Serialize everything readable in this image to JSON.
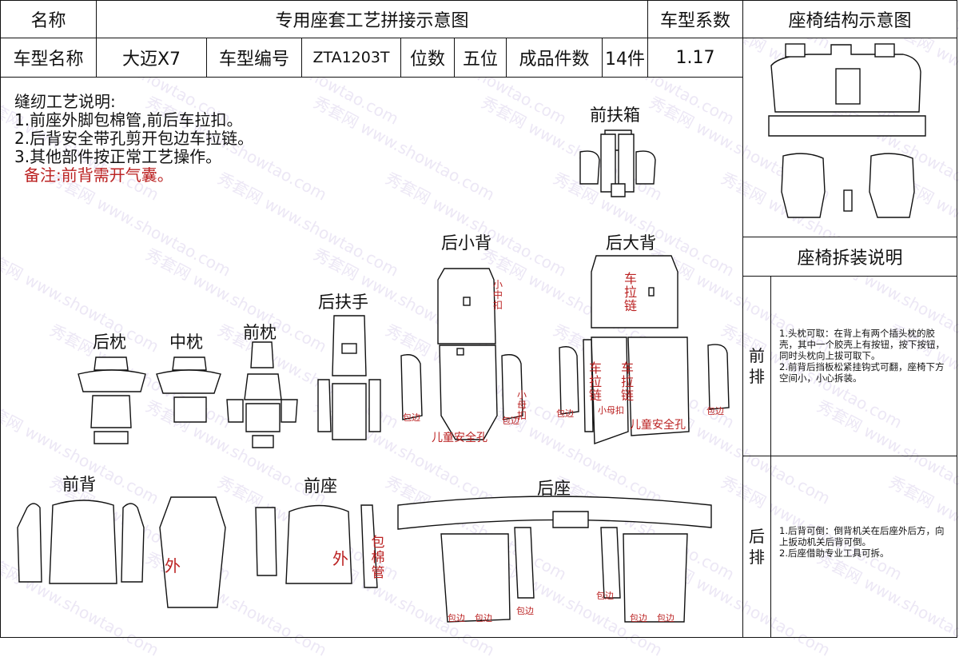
{
  "header": {
    "name_label": "名称",
    "title": "专用座套工艺拼接示意图",
    "coeff_label": "车型系数",
    "structure_title": "座椅结构示意图"
  },
  "info_row": {
    "model_name_label": "车型名称",
    "model_name": "大迈X7",
    "model_no_label": "车型编号",
    "model_no": "ZTA1203T",
    "seats_label": "位数",
    "seats": "五位",
    "pieces_label": "成品件数",
    "pieces": "14件",
    "coeff": "1.17"
  },
  "notes": {
    "heading": "缝纫工艺说明:",
    "items": [
      "1.前座外脚包棉管,前后车拉扣。",
      "2.后背安全带孔剪开包边车拉链。",
      "3.其他部件按正常工艺操作。"
    ],
    "remark": "备注:前背需开气囊。"
  },
  "parts": {
    "front_armrest_box": "前扶箱",
    "rear_small_back": "后小背",
    "rear_big_back": "后大背",
    "rear_armrest": "后扶手",
    "rear_pillow": "后枕",
    "mid_pillow": "中枕",
    "front_pillow": "前枕",
    "front_back": "前背",
    "front_seat": "前座",
    "rear_seat": "后座"
  },
  "annotations": {
    "small_buckle": "小中扣",
    "small_buckle2": "小母扣",
    "zipper": "车拉链",
    "zipper_left": "车拉链",
    "zipper_right": "车拉链",
    "binding": "包边",
    "child_hole": "儿童安全孔",
    "female_buckle": "小母扣",
    "outer": "外",
    "cotton_tube": "包棉管"
  },
  "sidebar": {
    "disassembly_title": "座椅拆装说明",
    "front_row_label": "前排",
    "front_row_text": "1.头枕可取：在背上有两个插头枕的胶壳，其中一个胶壳上有按钮，按下按钮，同时头枕向上拔可取下。\n2.前背后挡板松紧挂钩式可翻，座椅下方空间小，小心拆装。",
    "rear_row_label": "后排",
    "rear_row_text": "1.后背可倒：倒背机关在后座外后方，向上扳动机关后背可倒。\n2.后座借助专业工具可拆。"
  },
  "watermark": {
    "text_cn": "秀套网",
    "text_en": "www.showtao.com"
  }
}
